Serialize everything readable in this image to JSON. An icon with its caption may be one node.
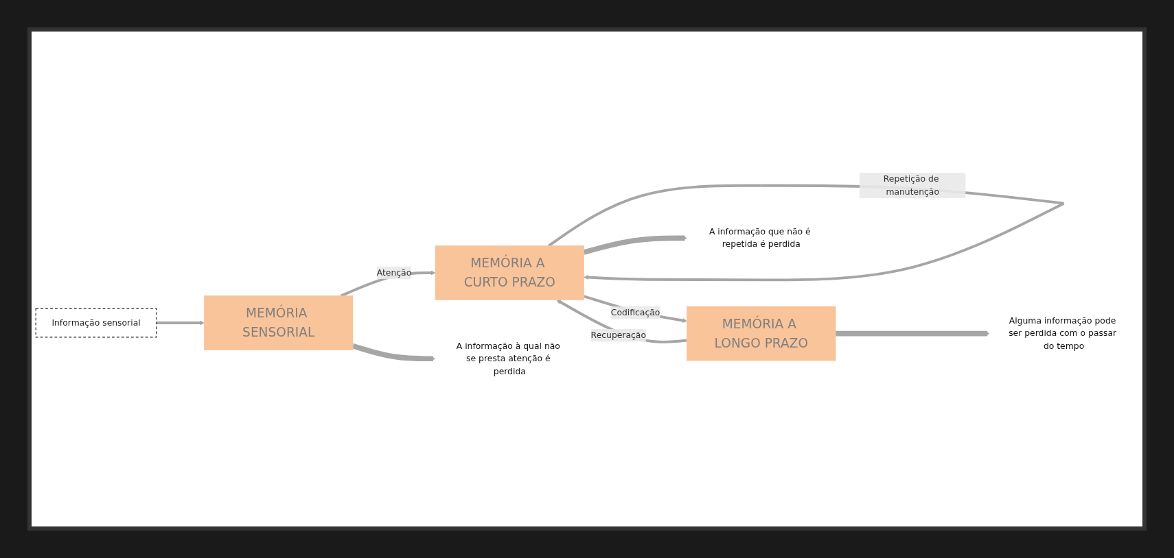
{
  "diagram": {
    "nodes": [
      {
        "text": [
          "Informação sensorial"
        ]
      },
      {
        "text": [
          "MEMÓRIA SENSORIAL"
        ]
      },
      {
        "text": [
          "MEMÓRIA A CURTO PRAZO"
        ]
      },
      {
        "text": [
          "MEMÓRIA A LONGO PRAZO"
        ]
      },
      {
        "text": [
          "A informação à qual não se presta atenção é perdida"
        ]
      },
      {
        "text": [
          "A informação que não é repetida é perdida"
        ]
      },
      {
        "text": [
          "Alguma informação pode ser perdida com o passar do tempo"
        ]
      }
    ],
    "edges": [
      {
        "from": 0,
        "to": 1,
        "arrow": "to"
      },
      {
        "from": 1,
        "to": 2,
        "arrow": "to",
        "label": "Atenção"
      },
      {
        "from": 2,
        "to": 2,
        "arrow": "to",
        "label": "Repetição de manutenção"
      },
      {
        "from": 2,
        "to": 3,
        "arrow": "to",
        "label": "Codificação"
      },
      {
        "from": 3,
        "to": 2,
        "arrow": "to",
        "label": "Recuperação"
      },
      {
        "from": 1,
        "to": 4,
        "arrow": "to",
        "style": "thick"
      },
      {
        "from": 2,
        "to": 5,
        "arrow": "to",
        "style": "thick"
      },
      {
        "from": 3,
        "to": 6,
        "arrow": "to",
        "style": "thick"
      }
    ]
  }
}
